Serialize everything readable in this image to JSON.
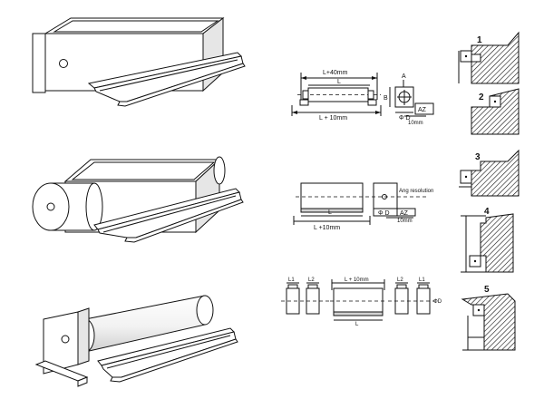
{
  "diagram_a": {
    "top_length": "L+40mm",
    "length": "L",
    "bottom_length": "L + 10mm",
    "side_arrow": "A",
    "side_b": "B",
    "side_diameter": "Φ D",
    "side_az": "AZ",
    "side_gap": "10mm"
  },
  "diagram_b": {
    "length": "L",
    "bottom_length": "L +10mm",
    "side_diameter": "Φ D",
    "side_az": "AZ",
    "side_gap": "10mm",
    "side_note": "Ang resolution"
  },
  "diagram_c": {
    "l1_left": "L1",
    "l2_left": "L2",
    "center_length": "L + 10mm",
    "center_l": "L",
    "l2_right": "L2",
    "l1_right": "L1",
    "diameter": "ΦD"
  },
  "mounting_positions": {
    "pos1": "1",
    "pos2": "2",
    "pos3": "3",
    "pos4": "4",
    "pos5": "5"
  }
}
